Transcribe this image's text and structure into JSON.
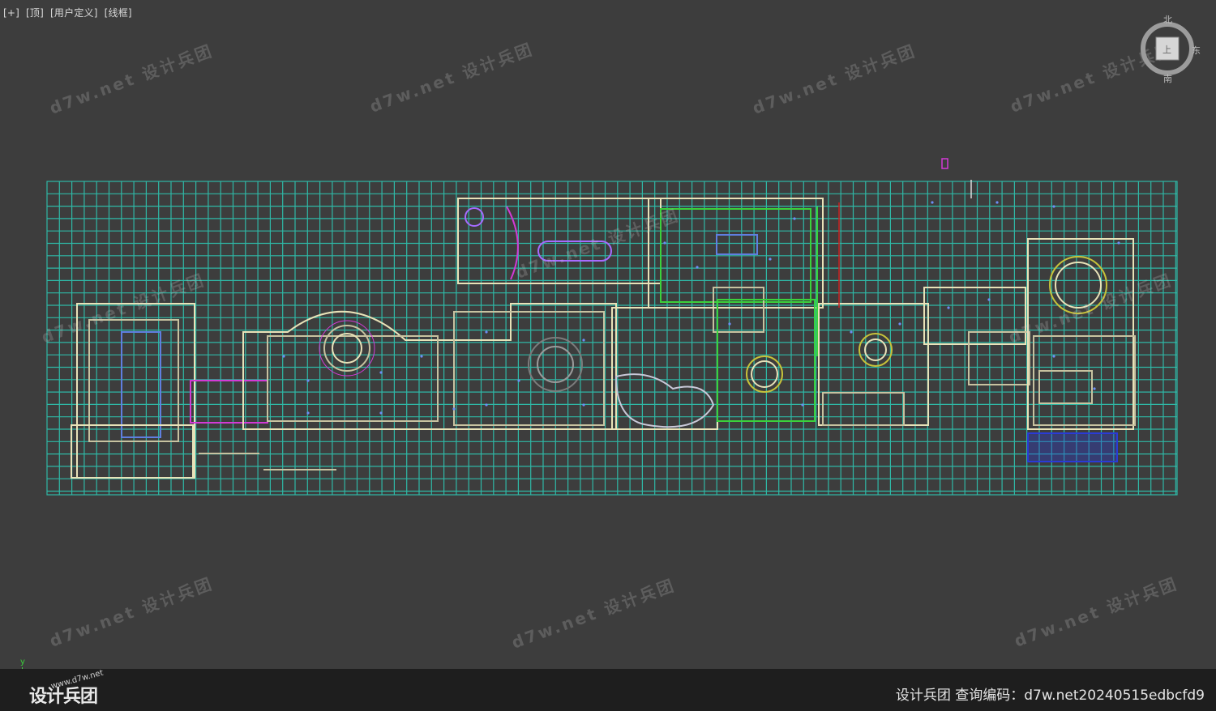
{
  "viewport": {
    "labels": [
      "[+]",
      "[顶]",
      "[用户定义]",
      "[线框]"
    ]
  },
  "viewcube": {
    "face": "上",
    "north": "北",
    "east": "东",
    "south": "南"
  },
  "watermarks": [
    "d7w.net 设计兵团",
    "d7w.net 设计兵团",
    "d7w.net 设计兵团",
    "d7w.net 设计兵团",
    "d7w.net 设计兵团",
    "d7w.net 设计兵团",
    "d7w.net 设计兵团",
    "d7w.net 设计兵团",
    "d7w.net 设计兵团",
    "d7w.net 设计兵团"
  ],
  "axis": {
    "y": "y"
  },
  "bottom_bar": {
    "lookup_text": "设计兵团  查询编码：d7w.net20240515edbcfd9",
    "logo_text": "设计兵团",
    "logo_url": "www.d7w.net"
  },
  "colors": {
    "viewport_bg": "#3d3d3d",
    "grid": "#2fb8a6",
    "wall": "#e8e2b8",
    "accent_magenta": "#d33ad6",
    "accent_green": "#3bd13b"
  }
}
